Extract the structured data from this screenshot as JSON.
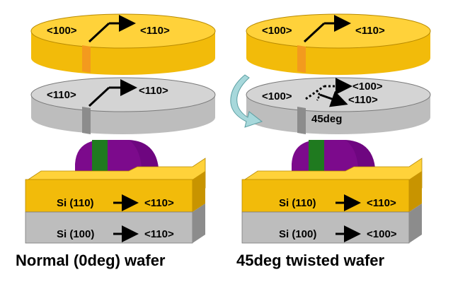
{
  "colors": {
    "gold_top": "#FFD23A",
    "gold_side": "#F2BB0A",
    "gold_dark": "#C89400",
    "gray_top": "#D4D4D4",
    "gray_side": "#BDBDBD",
    "gray_dark": "#8C8C8C",
    "purple": "#7C0A8C",
    "purple_dark": "#55006A",
    "green": "#1F7A1F",
    "notch_orange": "#F39A1E",
    "rotate_arrow": "#A7D8DB"
  },
  "left": {
    "top_disk": {
      "label_left": "<100>",
      "label_right": "<110>"
    },
    "middle_disk": {
      "label_left": "<110>",
      "label_right": "<110>"
    },
    "block": {
      "top_layer": {
        "material": "Si (110)",
        "direction": "<110>"
      },
      "bottom_layer": {
        "material": "Si (100)",
        "direction": "<110>"
      }
    },
    "caption": "Normal (0deg) wafer"
  },
  "right": {
    "top_disk": {
      "label_left": "<100>",
      "label_right": "<110>"
    },
    "middle_disk": {
      "label_left": "<100>",
      "label_upper": "<100>",
      "label_lower": "<110>",
      "angle_label": "45deg"
    },
    "block": {
      "top_layer": {
        "material": "Si (110)",
        "direction": "<110>"
      },
      "bottom_layer": {
        "material": "Si (100)",
        "direction": "<100>"
      }
    },
    "caption": "45deg twisted wafer"
  },
  "icons": {
    "direction_arrow": "arrow-right-icon",
    "rotation": "rotate-arrow-icon"
  }
}
